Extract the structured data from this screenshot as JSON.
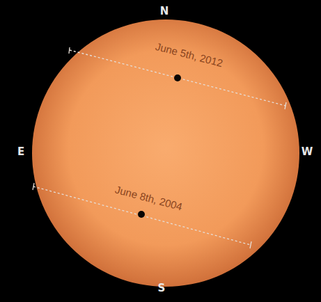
{
  "diagram": {
    "labels": [
      "N",
      "E",
      "W",
      "S",
      "June 5th, 2012",
      "June 8th, 2004"
    ]
  }
}
